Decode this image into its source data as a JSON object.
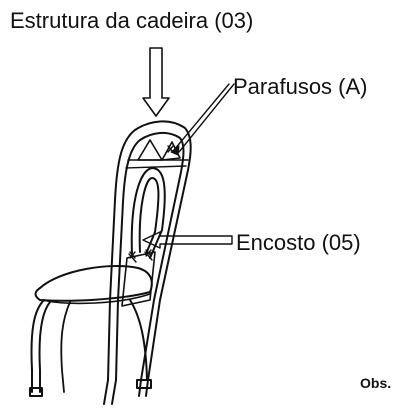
{
  "labels": {
    "frame": "Estrutura da cadeira (03)",
    "screws": "Parafusos (A)",
    "backrest": "Encosto (05)",
    "obs": "Obs."
  },
  "colors": {
    "line": "#111111",
    "background": "#ffffff"
  }
}
